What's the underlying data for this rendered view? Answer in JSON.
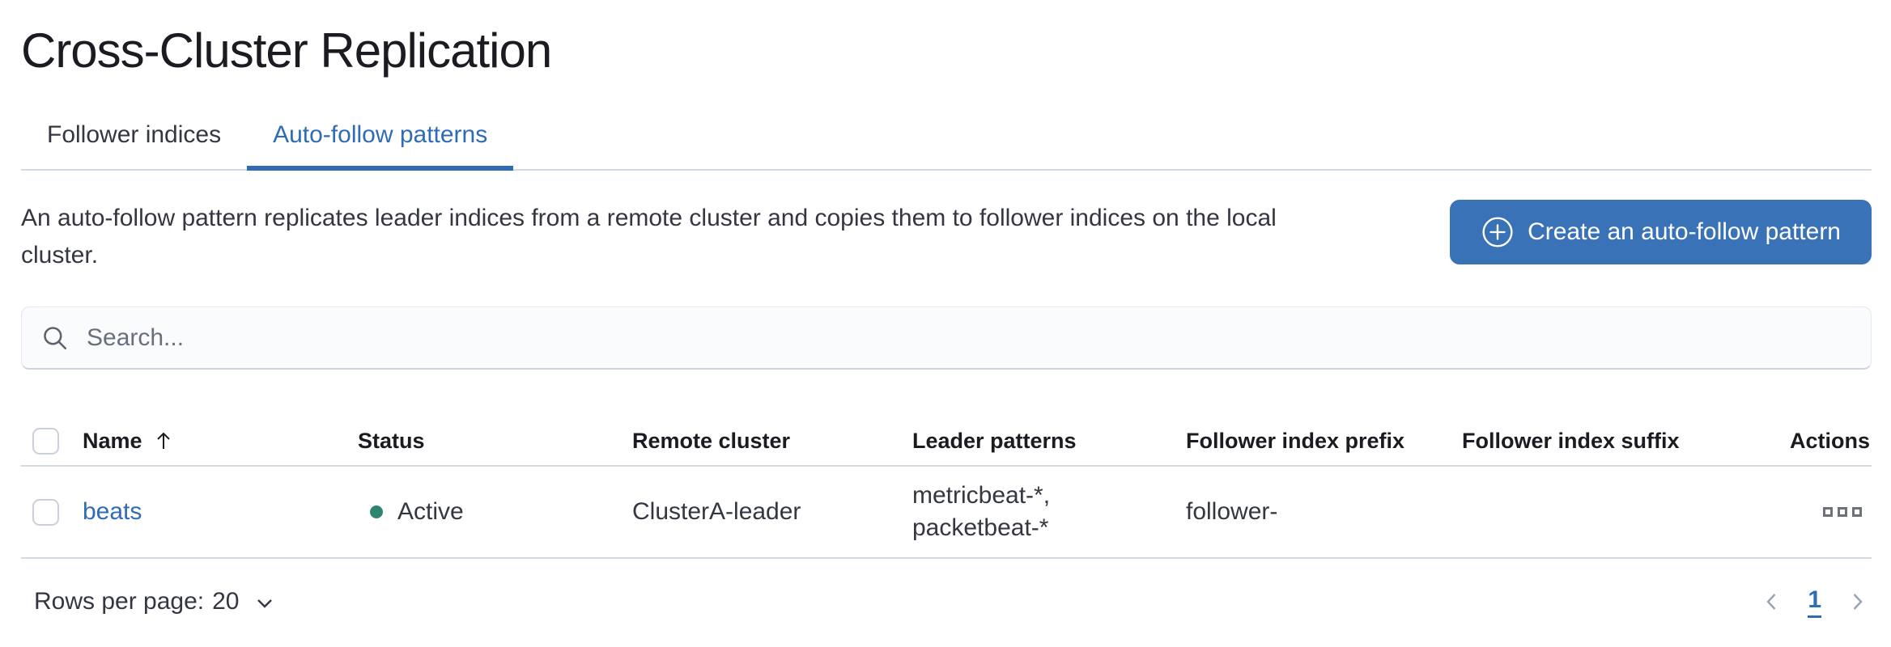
{
  "title": "Cross-Cluster Replication",
  "tabs": {
    "follower_indices": {
      "label": "Follower indices",
      "active": false
    },
    "auto_follow_patterns": {
      "label": "Auto-follow patterns",
      "active": true
    }
  },
  "intro": {
    "description": "An auto-follow pattern replicates leader indices from a remote cluster and copies them to follower indices on the local cluster."
  },
  "toolbar": {
    "create_button_label": "Create an auto-follow pattern",
    "create_button_icon": "plus-in-circle-icon"
  },
  "search": {
    "placeholder": "Search...",
    "icon": "search-icon"
  },
  "table": {
    "headers": {
      "name": "Name",
      "status": "Status",
      "remote_cluster": "Remote cluster",
      "leader_patterns": "Leader patterns",
      "follower_index_prefix": "Follower index prefix",
      "follower_index_suffix": "Follower index suffix",
      "actions": "Actions"
    },
    "sort": {
      "column": "Name",
      "direction": "ascending",
      "icon": "sort-ascending-arrow-icon"
    },
    "rows": [
      {
        "name": "beats",
        "status": "Active",
        "remote_cluster": "ClusterA-leader",
        "leader_patterns_line1": "metricbeat-*,",
        "leader_patterns_line2": "packetbeat-*",
        "follower_index_prefix": "follower-",
        "follower_index_suffix": "",
        "actions_icon": "boxes-horizontal-icon"
      }
    ]
  },
  "footer": {
    "rows_per_page_label": "Rows per page:",
    "rows_per_page_value": "20",
    "pagination": {
      "current_page": "1",
      "prev_icon": "chevron-left-icon",
      "next_icon": "chevron-right-icon"
    }
  },
  "colors": {
    "primary_button_blue": "#3a72b8",
    "link_blue": "#2e6cb4",
    "active_tab_blue": "#2e6cb4",
    "status_active_dot_teal": "#2e8672",
    "divider_gray": "#d3dae6",
    "text_dark": "#1a1c21",
    "text_body": "#343741",
    "text_subdued": "#69707d"
  }
}
